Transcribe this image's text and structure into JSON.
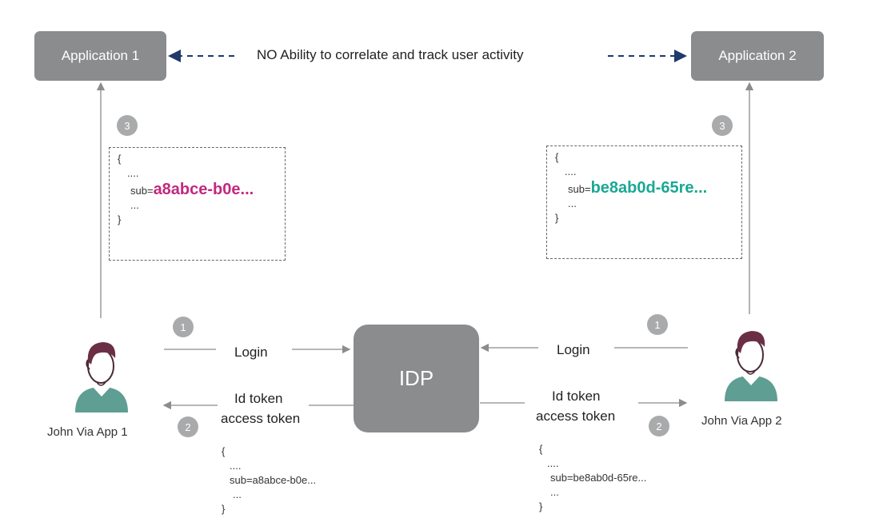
{
  "app1": {
    "label": "Application 1"
  },
  "app2": {
    "label": "Application 2"
  },
  "banner": "NO Ability to correlate and track user activity",
  "idp": {
    "label": "IDP"
  },
  "steps": {
    "one": "1",
    "two": "2",
    "three": "3"
  },
  "left": {
    "caption": "John Via App 1",
    "login": "Login",
    "idtoken": "Id token",
    "accesstoken": "access token",
    "token_box": {
      "open": "{",
      "dots": "....",
      "sub_prefix": "sub=",
      "sub_value": "a8abce-b0e...",
      "ellipsis": "...",
      "close": "}"
    },
    "bottom_code": {
      "open": "{",
      "dots": "....",
      "sub": "sub=a8abce-b0e...",
      "ellipsis": "...",
      "close": "}"
    }
  },
  "right": {
    "caption": "John Via App 2",
    "login": "Login",
    "idtoken": "Id token",
    "accesstoken": "access token",
    "token_box": {
      "open": "{",
      "dots": "....",
      "sub_prefix": "sub=",
      "sub_value": "be8ab0d-65re...",
      "ellipsis": "...",
      "close": "}"
    },
    "bottom_code": {
      "open": "{",
      "dots": "....",
      "sub": "sub=be8ab0d-65re...",
      "ellipsis": "...",
      "close": "}"
    }
  },
  "colors": {
    "box": "#8a8c8e",
    "badge": "#a9aaab",
    "pink": "#c2287f",
    "teal": "#1aa894",
    "dash_arrow": "#1f3a6b"
  }
}
